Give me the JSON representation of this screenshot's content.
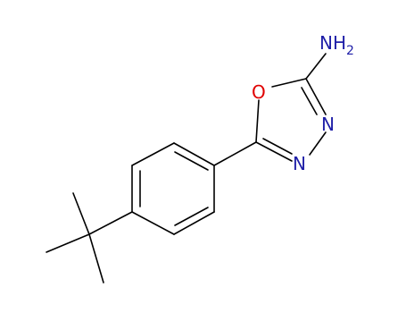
{
  "molecule": {
    "atoms": {
      "amine": {
        "label": "N",
        "subscript_prefix": "H",
        "subscript": "2",
        "color": "#1f1fa8"
      },
      "ring_oxygen": {
        "label": "O",
        "color": "#e00000"
      },
      "ring_n3": {
        "label": "N",
        "color": "#1f1fa8"
      },
      "ring_n4": {
        "label": "N",
        "color": "#1f1fa8"
      }
    },
    "bond_color": "#000000"
  }
}
